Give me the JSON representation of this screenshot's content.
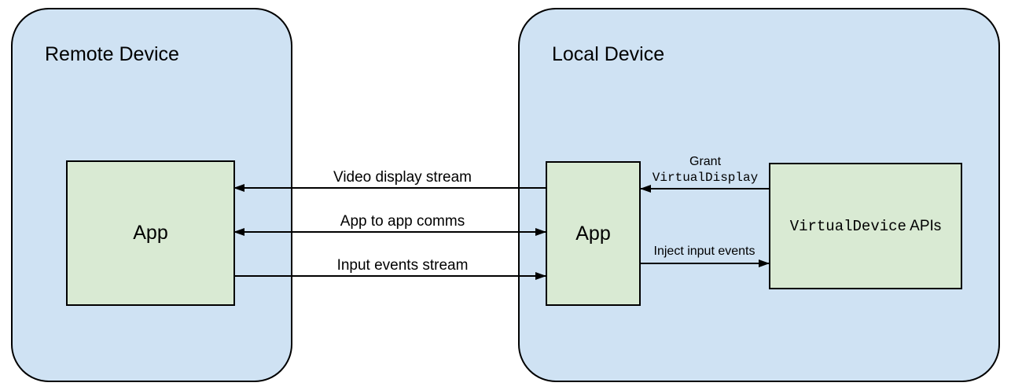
{
  "remote_device": {
    "title": "Remote Device",
    "app_label": "App"
  },
  "local_device": {
    "title": "Local Device",
    "app_label": "App"
  },
  "api_box": {
    "name_mono": "VirtualDevice",
    "name_suffix": " APIs"
  },
  "arrows": {
    "video_display": {
      "label": "Video display stream",
      "direction": "left"
    },
    "app_comms": {
      "label": "App to app comms",
      "direction": "both"
    },
    "input_events": {
      "label": "Input events stream",
      "direction": "right"
    },
    "grant": {
      "label_line1": "Grant",
      "label_line2_mono": "VirtualDisplay",
      "direction": "left"
    },
    "inject": {
      "label": "Inject input events",
      "direction": "right"
    }
  },
  "colors": {
    "device_fill": "#cfe2f3",
    "box_fill": "#d9ead3",
    "border": "#000000",
    "background": "#ffffff"
  }
}
